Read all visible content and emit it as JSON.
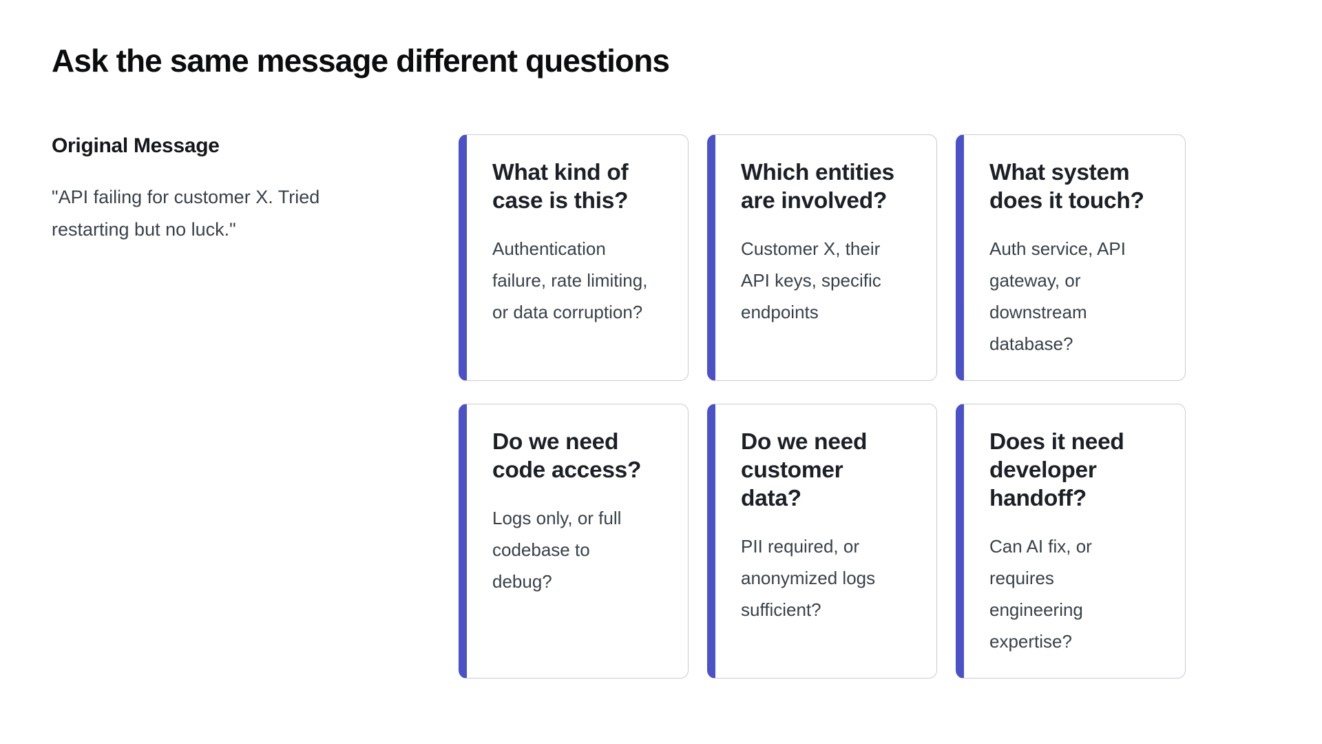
{
  "page": {
    "title": "Ask the same message different questions"
  },
  "original_message": {
    "label": "Original Message",
    "quote": "\"API failing for customer X. Tried restarting but no luck.\""
  },
  "cards": [
    {
      "title": "What kind of case is this?",
      "body": "Authentication failure, rate limiting, or data corruption?"
    },
    {
      "title": "Which entities are involved?",
      "body": "Customer X, their API keys, specific endpoints"
    },
    {
      "title": "What system does it touch?",
      "body": "Auth service, API gateway, or downstream database?"
    },
    {
      "title": "Do we need code access?",
      "body": "Logs only, or full codebase to debug?"
    },
    {
      "title": "Do we need customer data?",
      "body": "PII required, or anonymized logs sufficient?"
    },
    {
      "title": "Does it need developer handoff?",
      "body": "Can AI fix, or requires engineering expertise?"
    }
  ],
  "colors": {
    "accent": "#4B51C6",
    "card_border": "#C8CADE",
    "title_text": "#1C1F26",
    "body_text": "#394049"
  }
}
